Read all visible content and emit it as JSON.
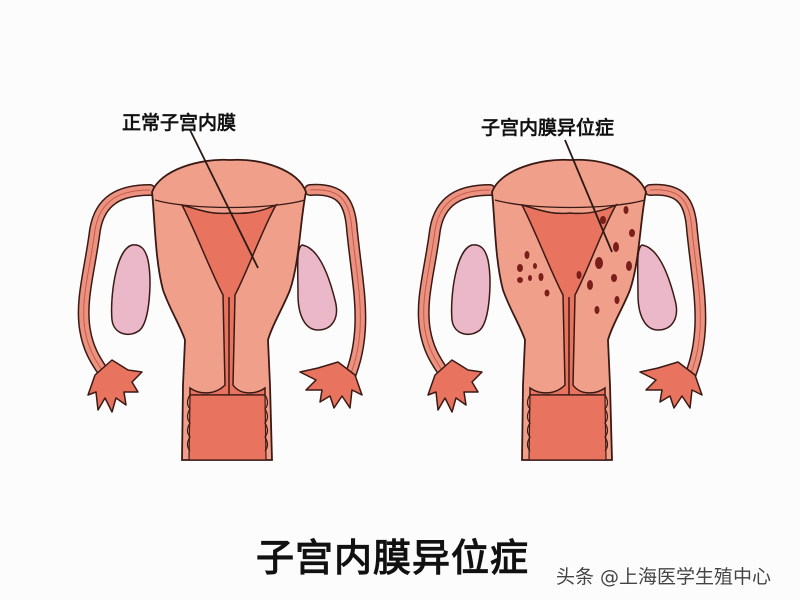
{
  "title": "子宫内膜异位症",
  "watermark": "头条 @上海医学生殖中心",
  "figures": [
    {
      "id": "normal",
      "label": "正常子宫内膜",
      "lesions": false
    },
    {
      "id": "endometriosis",
      "label": "子宫内膜异位症",
      "lesions": true
    }
  ],
  "colors": {
    "uterus_outer": "#f0a08a",
    "uterus_inner": "#e8735f",
    "ovary": "#eab8c8",
    "tube": "#eb9280",
    "outline": "#3a1a14",
    "lesion": "#7a1e1a",
    "background": "#fdfcfd"
  }
}
